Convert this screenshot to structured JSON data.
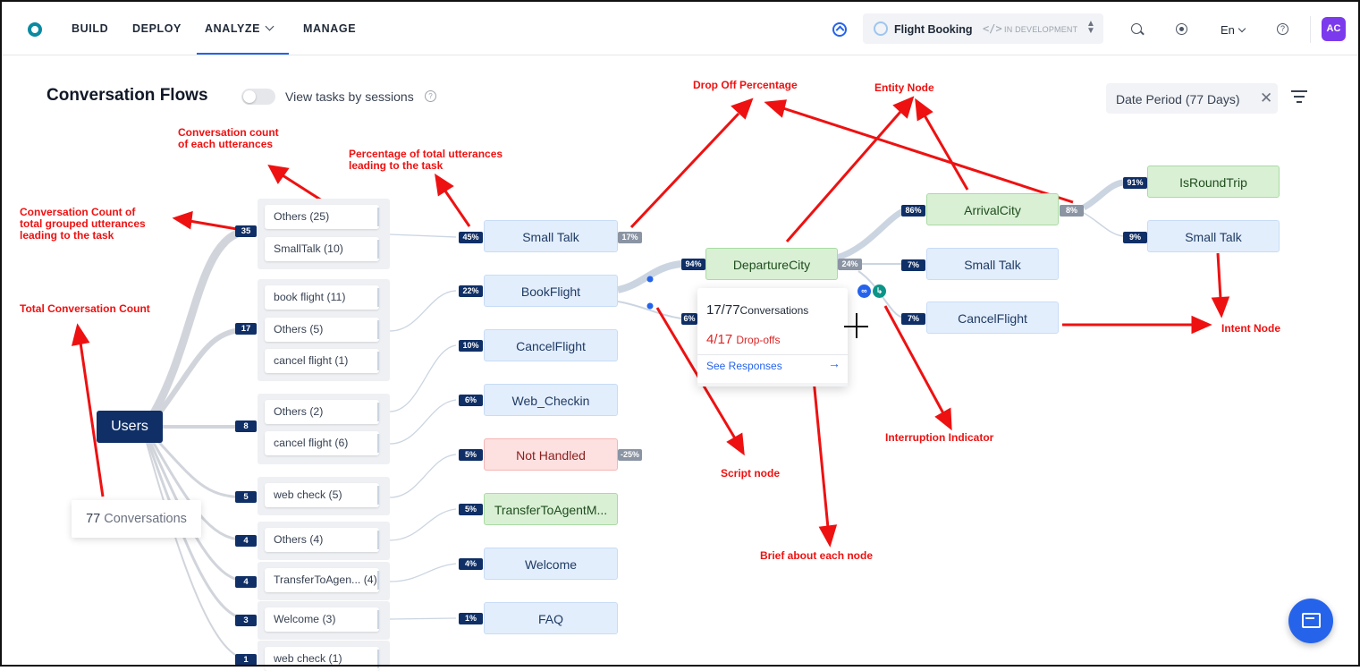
{
  "nav": {
    "items": [
      "BUILD",
      "DEPLOY",
      "ANALYZE",
      "MANAGE"
    ],
    "active": "ANALYZE",
    "app_name": "Flight Booking",
    "code_glyph": "</>",
    "app_status": "IN DEVELOPMENT",
    "language": "En",
    "avatar_initials": "AC"
  },
  "header": {
    "title": "Conversation Flows",
    "toggle_label": "View tasks by sessions",
    "toggle_on": false,
    "date_filter": "Date Period (77 Days)"
  },
  "users_node": "Users",
  "total_conversations": {
    "count": "77",
    "label": "Conversations"
  },
  "groups": [
    {
      "count": "35",
      "utterances": [
        "Others (25)",
        "SmallTalk (10)"
      ]
    },
    {
      "count": "17",
      "utterances": [
        "book flight (11)",
        "Others (5)",
        "cancel flight (1)"
      ]
    },
    {
      "count": "8",
      "utterances": [
        "Others (2)",
        "cancel flight (6)"
      ]
    },
    {
      "count": "5",
      "utterances": [
        "web check (5)"
      ]
    },
    {
      "count": "4",
      "utterances": [
        "Others (4)"
      ]
    },
    {
      "count": "4",
      "utterances": [
        "TransferToAgen... (4)"
      ]
    },
    {
      "count": "3",
      "utterances": [
        "Welcome (3)"
      ]
    },
    {
      "count": "1",
      "utterances": [
        "web check (1)"
      ]
    }
  ],
  "tasks": [
    {
      "label": "Small Talk",
      "pct": "45%",
      "dropoff": "17%",
      "style": "blue"
    },
    {
      "label": "BookFlight",
      "pct": "22%",
      "style": "blue"
    },
    {
      "label": "CancelFlight",
      "pct": "10%",
      "style": "blue"
    },
    {
      "label": "Web_Checkin",
      "pct": "6%",
      "style": "blue"
    },
    {
      "label": "Not Handled",
      "pct": "5%",
      "dropoff": "-25%",
      "style": "red"
    },
    {
      "label": "TransferToAgentM...",
      "pct": "5%",
      "style": "green"
    },
    {
      "label": "Welcome",
      "pct": "4%",
      "style": "blue"
    },
    {
      "label": "FAQ",
      "pct": "1%",
      "style": "blue"
    }
  ],
  "flow_nodes": {
    "departure": {
      "label": "DepartureCity",
      "pct": "94%",
      "dropoff": "24%"
    },
    "departure_alt_pct": "6%",
    "arrival": {
      "label": "ArrivalCity",
      "pct": "86%",
      "dropoff": "8%"
    },
    "smalltalk_mid": {
      "label": "Small Talk",
      "pct": "7%"
    },
    "cancel_mid": {
      "label": "CancelFlight",
      "pct": "7%"
    },
    "isroundtrip": {
      "label": "IsRoundTrip",
      "pct": "91%"
    },
    "smalltalk_end": {
      "label": "Small Talk",
      "pct": "9%"
    }
  },
  "tooltip": {
    "conversations": "17/77",
    "conversations_label": "Conversations",
    "dropoffs": "4/17",
    "dropoffs_label": "Drop-offs",
    "link": "See Responses"
  },
  "annotations": {
    "conv_count_each": "Conversation count\nof each utterances",
    "pct_total": "Percentage of total utterances\nleading to the task",
    "conv_count_grouped": "Conversation Count of\ntotal grouped utterances\nleading to the task",
    "total_count": "Total Conversation Count",
    "drop_off": "Drop Off Percentage",
    "entity_node": "Entity Node",
    "intent_node": "Intent Node",
    "interruption": "Interruption Indicator",
    "script_node": "Script node",
    "brief": "Brief about each node"
  },
  "colors": {
    "accent": "#2563eb",
    "badge": "#0f2f66",
    "annotation": "#ee1111",
    "entity_green": "#d9f0d5",
    "intent_blue": "#e3eefc",
    "not_handled_red": "#fde1e1"
  }
}
